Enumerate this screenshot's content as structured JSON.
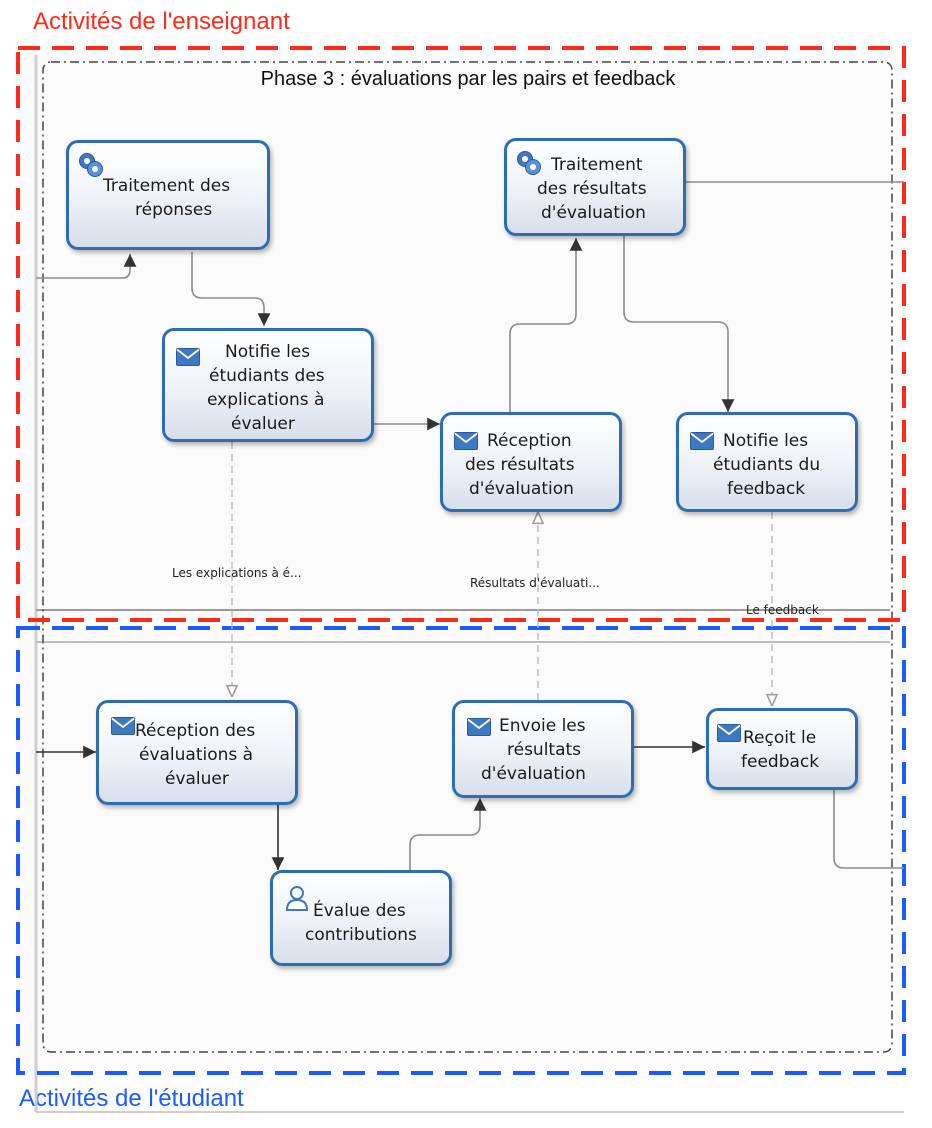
{
  "lanes": {
    "teacher": "Activités de l'enseignant",
    "student": "Activités de l'étudiant"
  },
  "phase_title": "Phase 3 : évaluations par les pairs et feedback",
  "tasks": {
    "traitement_reponses": {
      "line1": "Traitement des",
      "line2": "réponses",
      "icon": "gears-icon"
    },
    "traitement_resultats": {
      "line1": "Traitement",
      "line2": "des résultats",
      "line3": "d'évaluation",
      "icon": "gears-icon"
    },
    "notifie_explications": {
      "line1": "Notifie les",
      "line2": "étudiants des",
      "line3": "explications à",
      "line4": "évaluer",
      "icon": "envelope-icon"
    },
    "reception_resultats": {
      "line1": "Réception",
      "line2": "des résultats",
      "line3": "d'évaluation",
      "icon": "envelope-icon"
    },
    "notifie_feedback": {
      "line1": "Notifie les",
      "line2": "étudiants du",
      "line3": "feedback",
      "icon": "envelope-icon"
    },
    "reception_evaluations": {
      "line1": "Réception des",
      "line2": "évaluations à",
      "line3": "évaluer",
      "icon": "envelope-icon"
    },
    "envoie_resultats": {
      "line1": "Envoie les",
      "line2": "résultats",
      "line3": "d'évaluation",
      "icon": "envelope-icon"
    },
    "recoit_feedback": {
      "line1": "Reçoit le",
      "line2": "feedback",
      "icon": "envelope-icon"
    },
    "evalue_contributions": {
      "line1": "Évalue des",
      "line2": "contributions",
      "icon": "user-icon"
    }
  },
  "flow_labels": {
    "explications": "Les explications à é...",
    "resultats": "Résultats d'évaluati...",
    "feedback": "Le feedback"
  },
  "colors": {
    "teacher_lane": "#ff2a1a",
    "student_lane": "#1a5cff",
    "task_border": "#2f6db3",
    "icon_blue": "#3d78c2"
  }
}
